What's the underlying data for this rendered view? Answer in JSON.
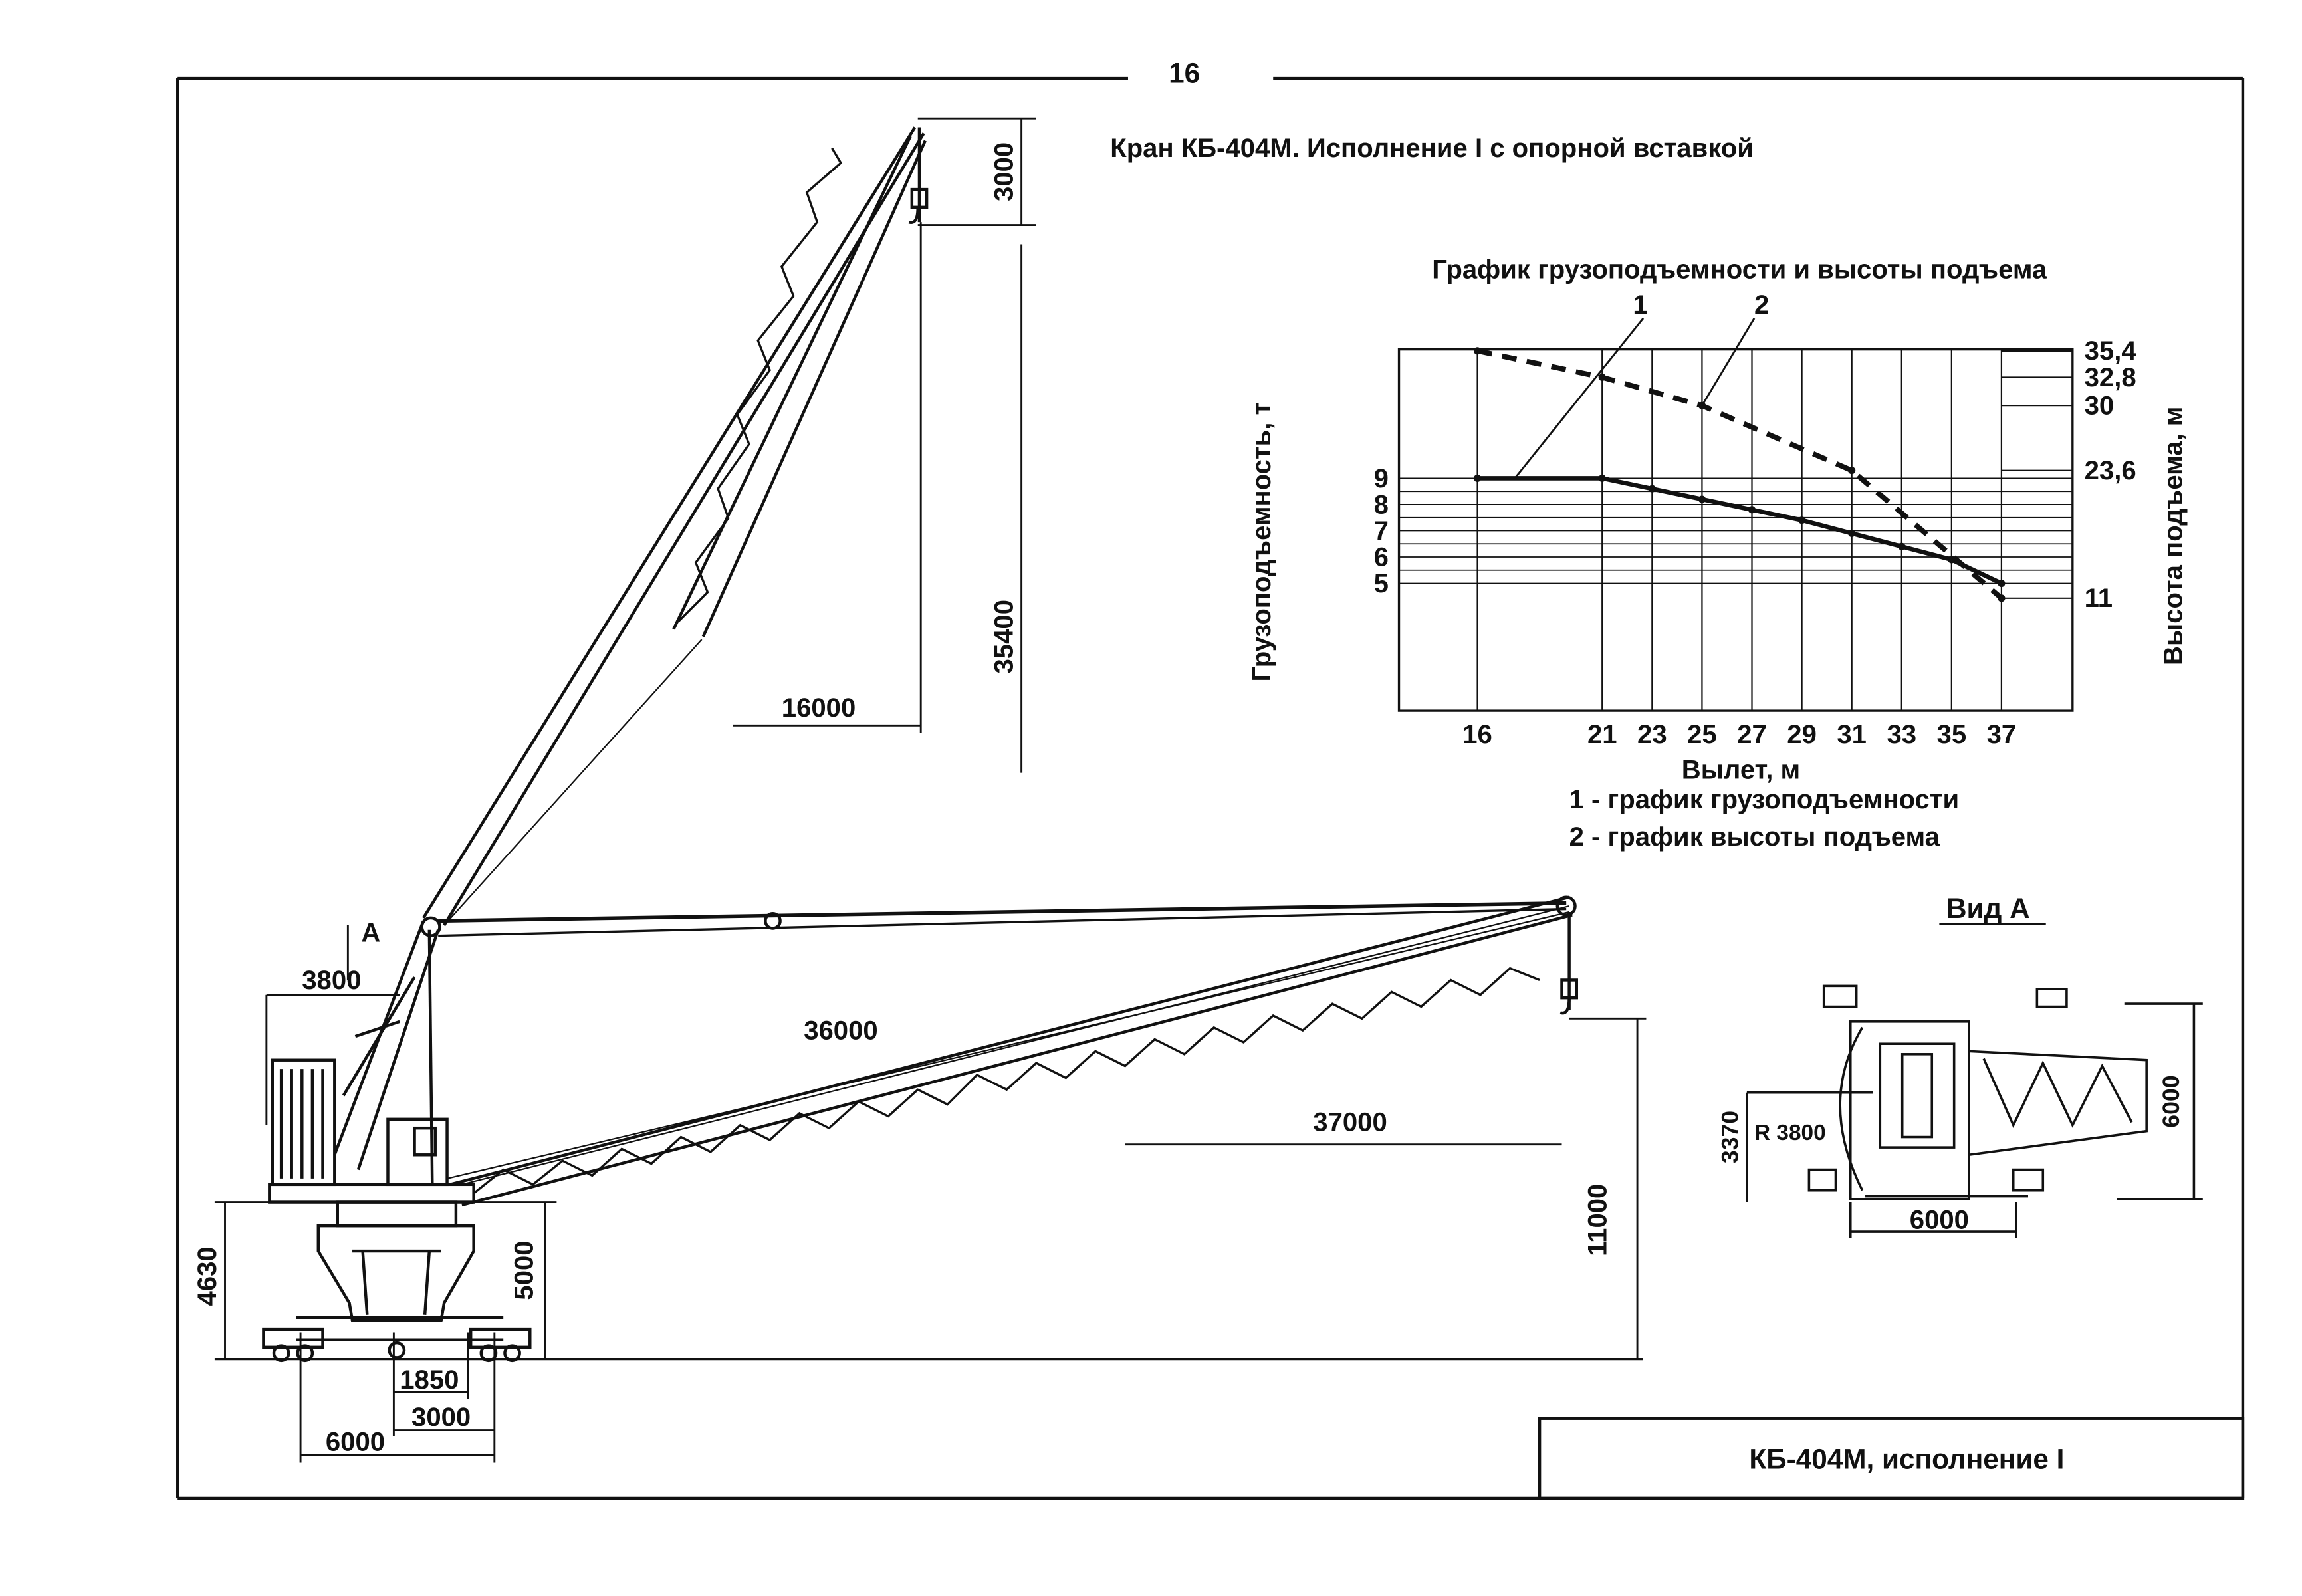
{
  "page_number": "16",
  "title": "Кран КБ-404М. Исполнение I с опорной вставкой",
  "title_block": "КБ-404М, исполнение I",
  "drawing": {
    "dimensions": {
      "hook_top": "3000",
      "height_high": "35400",
      "reach_min": "16000",
      "rear_radius": "3800",
      "boom_length": "36000",
      "reach_max": "37000",
      "height_low": "11000",
      "base_height": "4630",
      "portal_height": "5000",
      "base_1850": "1850",
      "base_3000": "3000",
      "base_6000": "6000"
    },
    "section_marker": "А"
  },
  "view_a": {
    "title": "Вид А",
    "dims": {
      "radius": "R 3800",
      "width": "6000",
      "height": "6000",
      "offset": "3370"
    }
  },
  "chart_data": {
    "type": "line",
    "title": "График грузоподъемности и высоты подъема",
    "xlabel": "Вылет, м",
    "ylabel_left": "Грузоподъемность, т",
    "ylabel_right": "Высота подъема, м",
    "x_ticks": [
      "16",
      "21",
      "23",
      "25",
      "27",
      "29",
      "31",
      "33",
      "35",
      "37"
    ],
    "left_ticks": [
      "9",
      "8",
      "7",
      "6",
      "5"
    ],
    "right_ticks": [
      "35,4",
      "32,8",
      "30",
      "23,6",
      "11"
    ],
    "series": [
      {
        "name": "1",
        "style": "solid",
        "x": [
          16,
          21,
          23,
          25,
          27,
          29,
          31,
          33,
          35,
          37
        ],
        "y": [
          9,
          9,
          8.6,
          8.2,
          7.8,
          7.4,
          6.9,
          6.4,
          5.9,
          5.0
        ]
      },
      {
        "name": "2",
        "style": "dashed",
        "x": [
          16,
          21,
          25,
          31,
          37
        ],
        "y": [
          35.4,
          32.8,
          30,
          23.6,
          11
        ]
      }
    ],
    "legend": [
      "1 - график грузоподъемности",
      "2 - график высоты подъема"
    ]
  }
}
